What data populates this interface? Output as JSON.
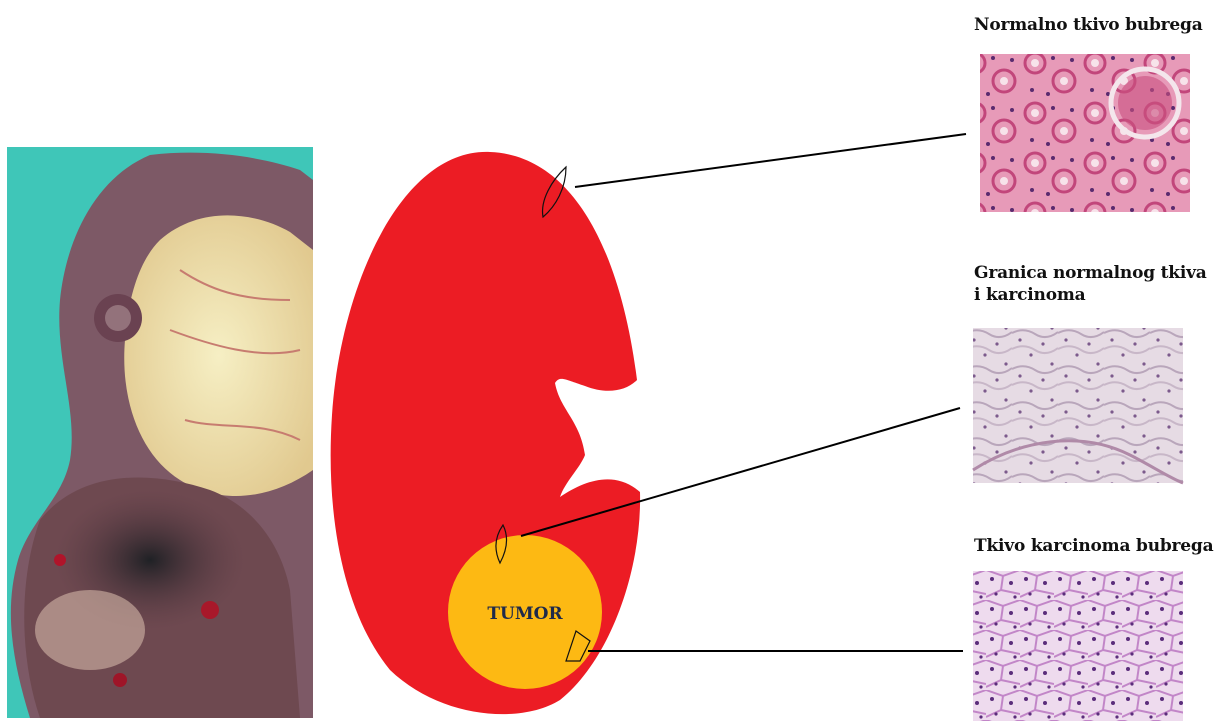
{
  "captions": {
    "normal_tissue": "Normalno tkivo bubrega",
    "border_line1": "Granica normalnog tkiva",
    "border_line2": "i karcinoma",
    "carcinoma_tissue": "Tkivo karcinoma bubrega"
  },
  "diagram": {
    "tumor_label": "TUMOR"
  },
  "colors": {
    "kidney": "#ec1c24",
    "tumor": "#fdb913",
    "photo_background": "#3fc6b8",
    "connector_line": "#000000"
  }
}
